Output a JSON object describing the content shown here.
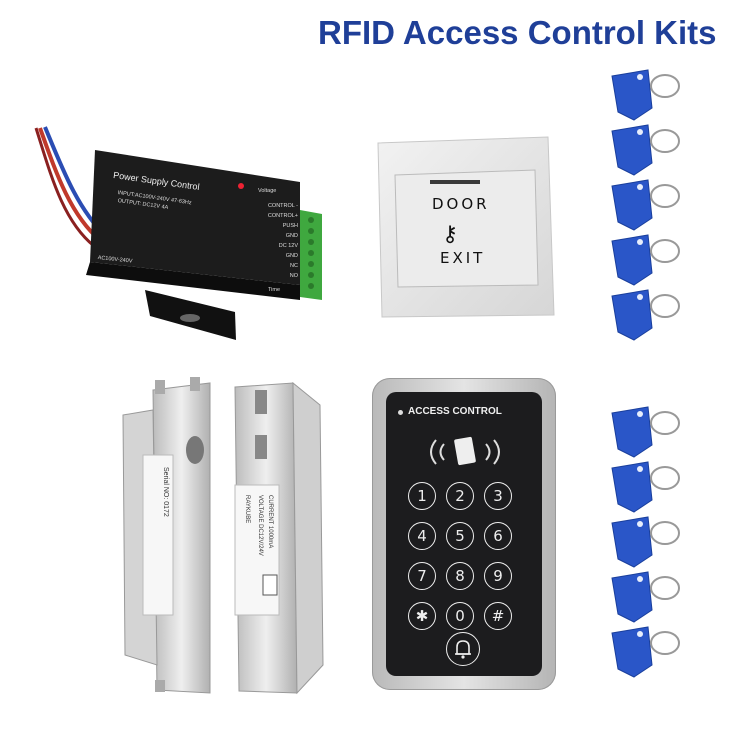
{
  "title": "RFID Access Control Kits",
  "power_supply": {
    "heading": "Power Supply Control",
    "input": "INPUT:AC100V-240V 47-63Hz",
    "output": "OUTPUT: DC12V 4A",
    "voltage_label": "Voltage",
    "time_label": "Time",
    "ac_label": "AC100V-240V",
    "terminals": [
      "CONTROL -",
      "CONTROL+",
      "PUSH",
      "GND",
      "DC 12V",
      "GND",
      "NC",
      "NO"
    ]
  },
  "exit_button": {
    "line1": "DOOR",
    "line2": "EXIT"
  },
  "keypad": {
    "heading": "ACCESS CONTROL",
    "keys": [
      "1",
      "2",
      "3",
      "4",
      "5",
      "6",
      "7",
      "8",
      "9",
      "✱",
      "0",
      "#"
    ]
  },
  "lock": {
    "serial": "Serial NO: 0172",
    "voltage": "VOLTAGE DC12V/24V",
    "current": "CURRENT 1000mA",
    "brand": "RAYKUBE"
  },
  "colors": {
    "title": "#1f3f98",
    "tag_blue": "#2a56c8",
    "keypad_body": "#1c1c1e",
    "terminal_green": "#3fa83f"
  }
}
